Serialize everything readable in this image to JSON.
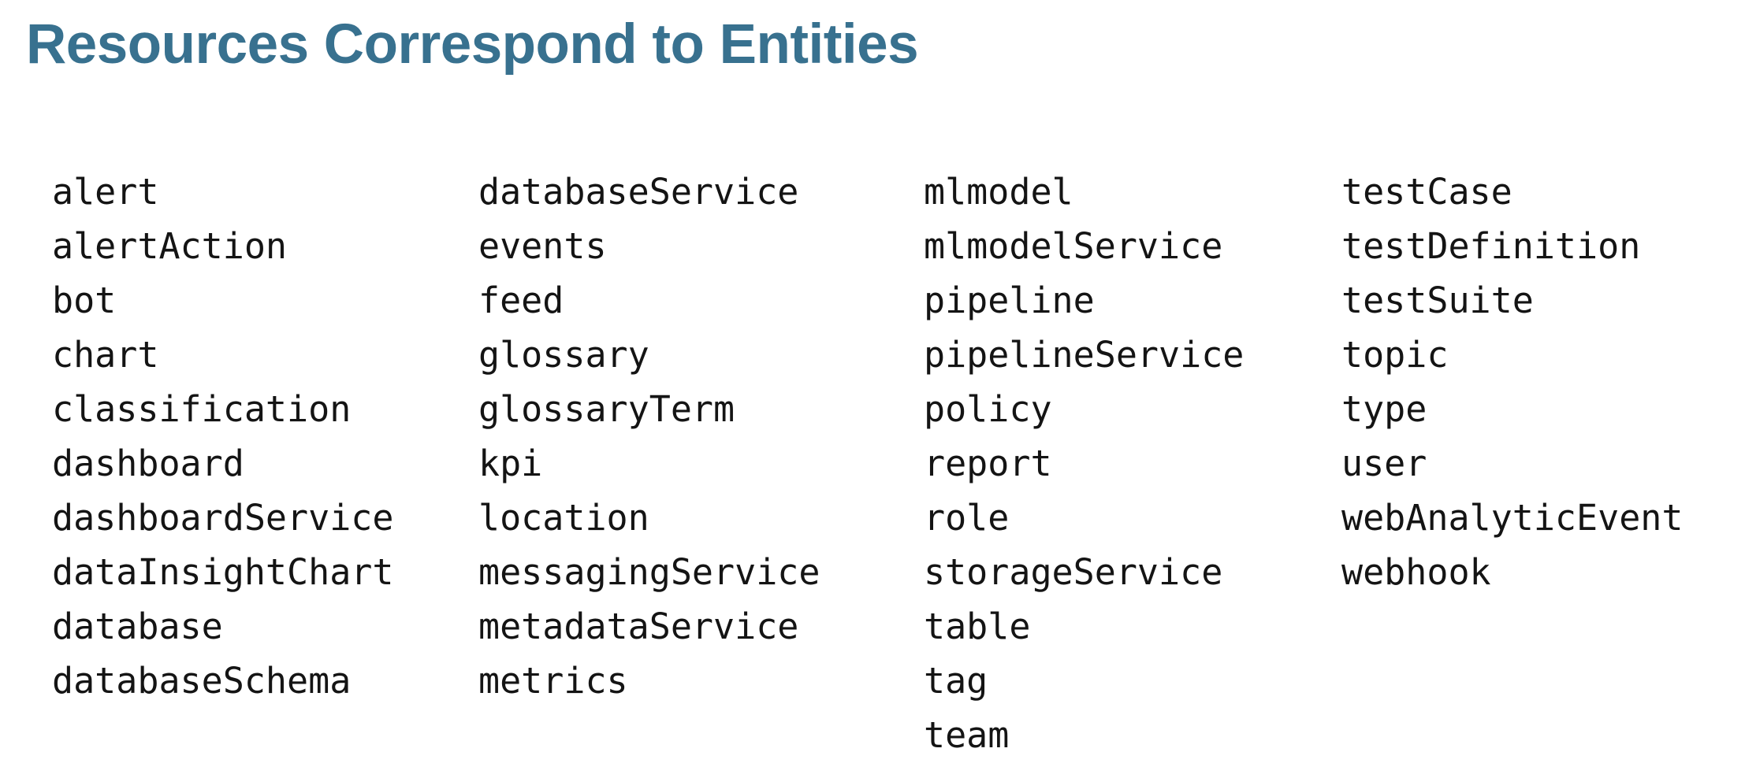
{
  "page": {
    "title": "Resources Correspond to Entities"
  },
  "colors": {
    "title": "#38718F",
    "text": "#141414",
    "background": "#FFFFFF"
  },
  "resources": {
    "columns": [
      [
        "alert",
        "alertAction",
        "bot",
        "chart",
        "classification",
        "dashboard",
        "dashboardService",
        "dataInsightChart",
        "database",
        "databaseSchema"
      ],
      [
        "databaseService",
        "events",
        "feed",
        "glossary",
        "glossaryTerm",
        "kpi",
        "location",
        "messagingService",
        "metadataService",
        "metrics"
      ],
      [
        "mlmodel",
        "mlmodelService",
        "pipeline",
        "pipelineService",
        "policy",
        "report",
        "role",
        "storageService",
        "table",
        "tag",
        "team"
      ],
      [
        "testCase",
        "testDefinition",
        "testSuite",
        "topic",
        "type",
        "user",
        "webAnalyticEvent",
        "webhook"
      ]
    ]
  }
}
